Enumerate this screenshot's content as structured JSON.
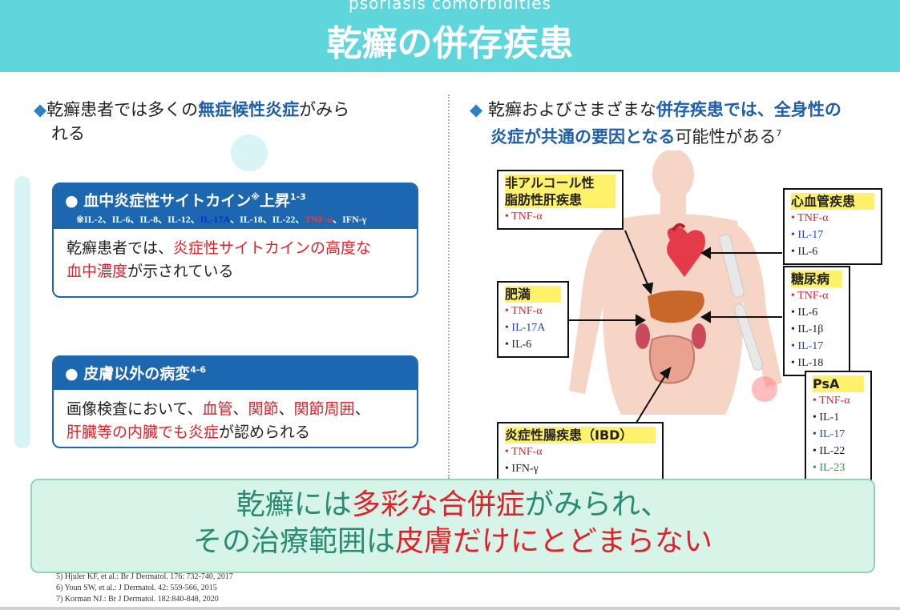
{
  "header": {
    "subtitle": "psoriasis comorbidities",
    "title": "乾癬の併存疾患"
  },
  "left": {
    "bullet": {
      "p1": "乾癬患者では多くの",
      "p2": "無症候性炎症",
      "p3": "がみら",
      "p4": "れる"
    },
    "box1": {
      "heading": "● 血中炎症性サイトカイン",
      "heading_mark": "※",
      "heading_tail": "上昇",
      "heading_sup": "1-3",
      "list_pre": "※IL-2、IL-6、IL-8、IL-12、",
      "list_blue": "IL-17A",
      "list_mid": "、IL-18、IL-22、",
      "list_red": "TNF-α",
      "list_post": "、IFN-γ",
      "body_1": "乾癬患者では、",
      "body_2": "炎症性サイトカインの高度な",
      "body_3": "血中濃度",
      "body_4": "が示されている"
    },
    "box2": {
      "heading": "● 皮膚以外の病変",
      "heading_sup": "4-6",
      "body_1": "画像検査において、",
      "body_2": "血管",
      "body_3": "、",
      "body_4": "関節",
      "body_5": "、",
      "body_6": "関節周囲",
      "body_7": "、",
      "body_8": "肝臓等の内臓でも炎症",
      "body_9": "が認められる"
    }
  },
  "right": {
    "bullet": {
      "p1": "乾癬およびさまざまな",
      "p2": "併存疾患では、全身性の",
      "p3": "炎症が共通の要因となる",
      "p4": "可能性がある",
      "sup": "7"
    },
    "labels": {
      "nafld": {
        "title1": "非アルコール性",
        "title2": "脂肪性肝疾患",
        "items": [
          "TNF-α"
        ]
      },
      "cv": {
        "title": "心血管疾患",
        "items": [
          "TNF-α",
          "IL-17",
          "IL-6"
        ]
      },
      "obesity": {
        "title": "肥満",
        "items": [
          "TNF-α",
          "IL-17A",
          "IL-6"
        ]
      },
      "diabetes": {
        "title": "糖尿病",
        "items": [
          "TNF-α",
          "IL-6",
          "IL-1β",
          "IL-17",
          "IL-18"
        ]
      },
      "psa": {
        "title": "PsA",
        "items": [
          "TNF-α",
          "IL-1",
          "IL-17",
          "IL-22",
          "IL-23"
        ]
      },
      "ibd": {
        "title": "炎症性腸疾患（IBD）",
        "items": [
          "TNF-α",
          "IFN-γ"
        ]
      }
    }
  },
  "banner": {
    "l1_a": "乾癬には",
    "l1_b": "多彩な合併症",
    "l1_c": "がみられ、",
    "l2_a": "その治療範囲は",
    "l2_b": "皮膚だけにとどまらない"
  },
  "references": [
    "5) Hjuler KF, et al.: Br J Dermatol. 176: 732-740, 2017",
    "6) Youn SW, et al.: J Dermatol. 42: 559-566, 2015",
    "7) Korman NJ.: Br J Dermatol. 182:840-848, 2020"
  ],
  "colors": {
    "header": "#5fd6dc",
    "box": "#1d67b0",
    "red": "#e0202a",
    "blue": "#1f3fd0",
    "green": "#1e9a5a",
    "banner": "#d6f5e8"
  }
}
